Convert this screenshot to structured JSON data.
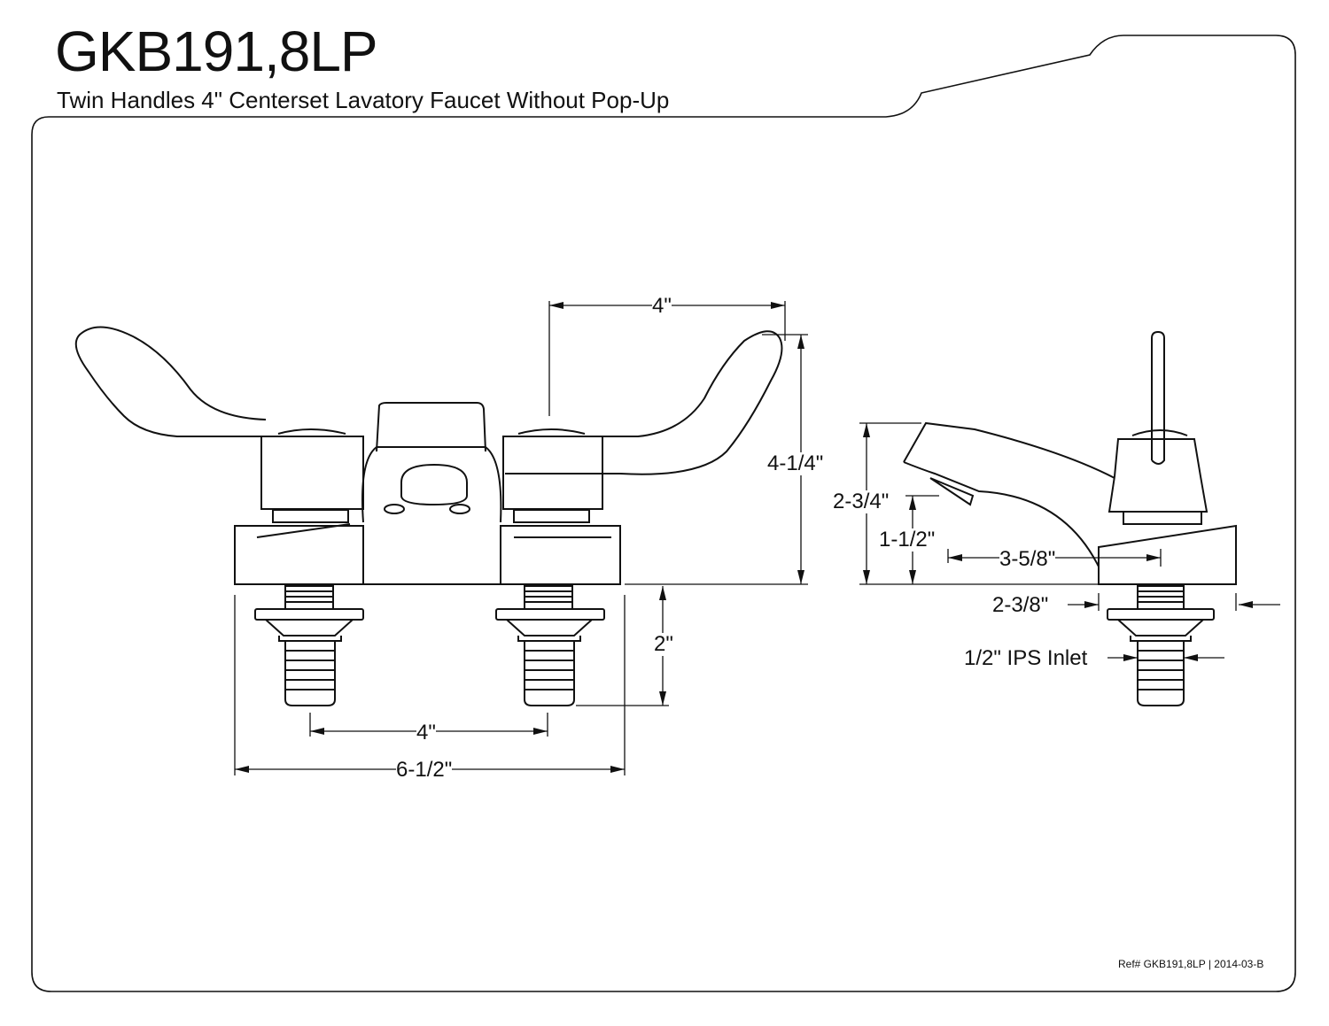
{
  "header": {
    "model": "GKB191,8LP",
    "description": "Twin Handles 4\" Centerset Lavatory Faucet Without Pop-Up"
  },
  "dimensions": {
    "handle_center_top": "4\"",
    "overall_height": "4-1/4\"",
    "shank_length": "2\"",
    "inlet_spacing": "4\"",
    "base_width": "6-1/2\"",
    "spout_height": "2-3/4\"",
    "spout_clearance": "1-1/2\"",
    "spout_reach": "3-5/8\"",
    "base_depth": "2-3/8\"",
    "inlet_size": "1/2\" IPS Inlet"
  },
  "footer": {
    "reference": "Ref# GKB191,8LP | 2014-03-B"
  },
  "colors": {
    "line": "#111111",
    "background": "#ffffff"
  }
}
